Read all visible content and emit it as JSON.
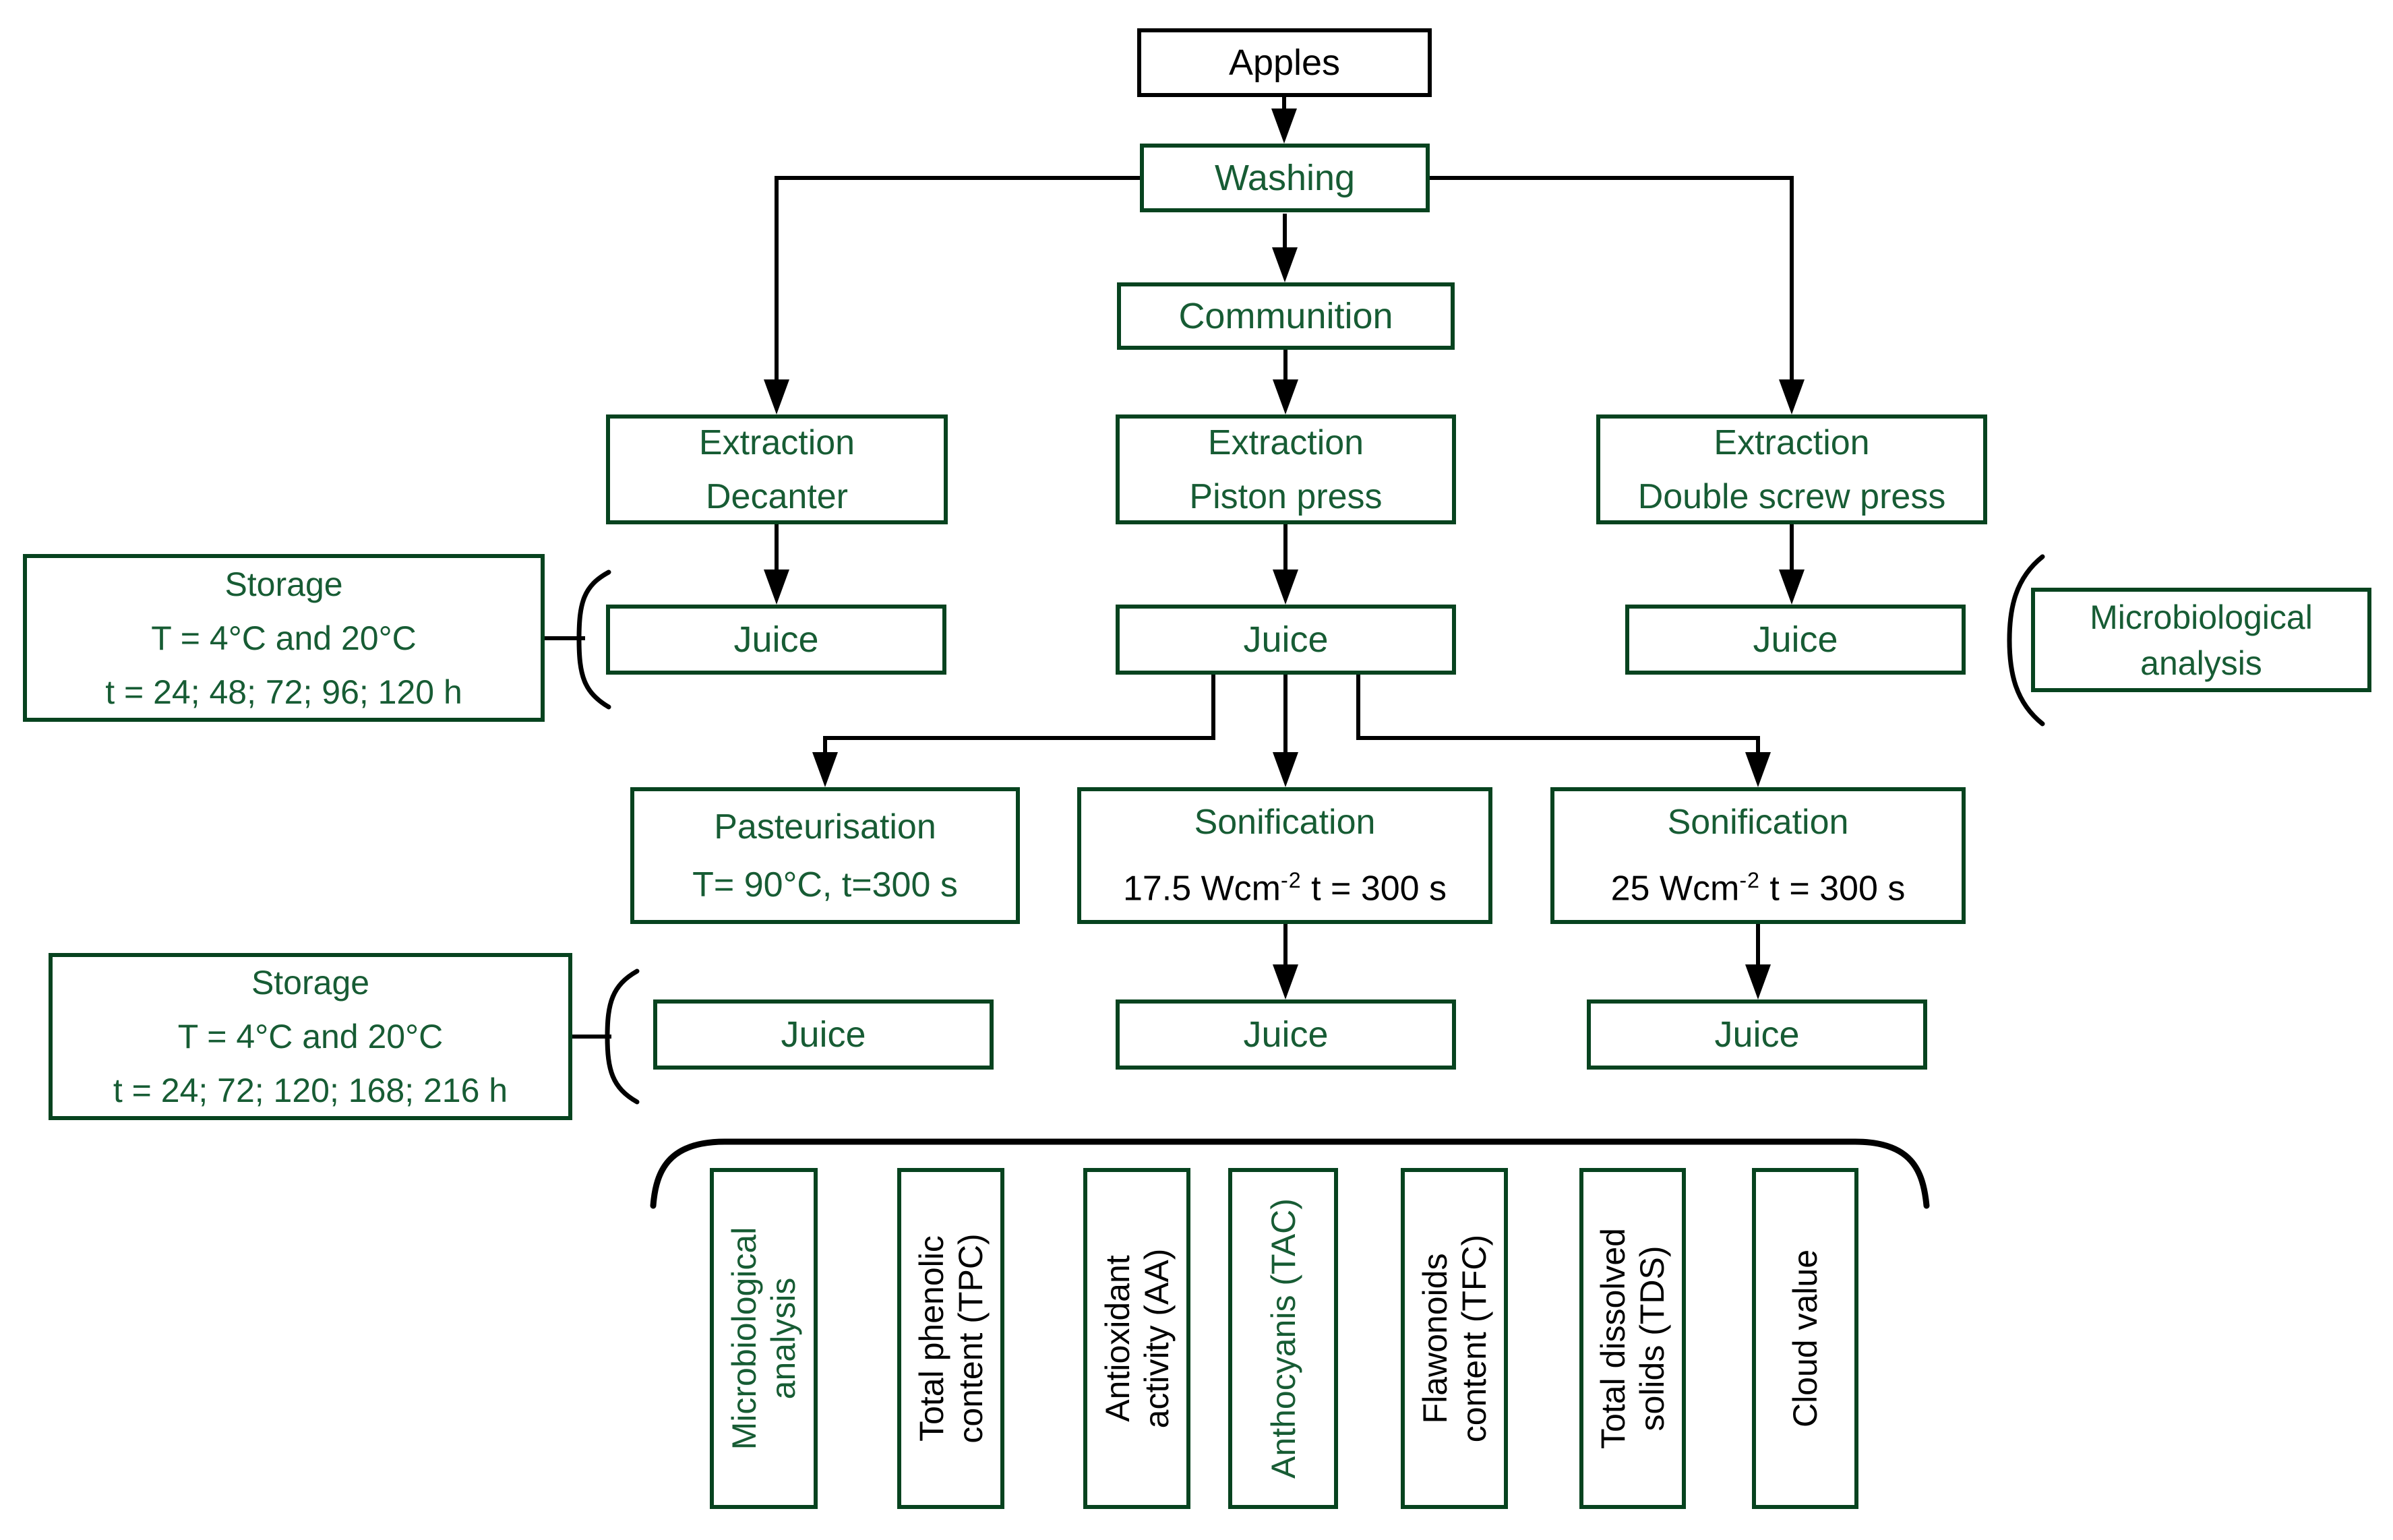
{
  "palette": {
    "box_border_green": "#07431f",
    "text_green": "#175c34",
    "text_black": "#000000",
    "line_black": "#000000",
    "background": "#ffffff"
  },
  "nodes": {
    "apples": {
      "label": "Apples"
    },
    "washing": {
      "label": "Washing"
    },
    "communition": {
      "label": "Communition"
    },
    "extraction_decanter": {
      "line1": "Extraction",
      "line2": "Decanter"
    },
    "extraction_piston_press": {
      "line1": "Extraction",
      "line2": "Piston press"
    },
    "extraction_double_screw_press": {
      "line1": "Extraction",
      "line2": "Double screw press"
    },
    "juice_decanter": {
      "label": "Juice"
    },
    "juice_piston_press": {
      "label": "Juice"
    },
    "juice_double_screw_press": {
      "label": "Juice"
    },
    "pasteurisation": {
      "line1": "Pasteurisation",
      "line2": "T= 90°C, t=300 s"
    },
    "sonification_17_5": {
      "line1": "Sonification",
      "line2_base": "17.5 Wcm",
      "line2_sup": "-2",
      "line2_rest": " t = 300 s"
    },
    "sonification_25": {
      "line1": "Sonification",
      "line2_base": "25 Wcm",
      "line2_sup": "-2",
      "line2_rest": " t = 300 s"
    },
    "juice_pasteurised": {
      "label": "Juice"
    },
    "juice_sonified_17_5": {
      "label": "Juice"
    },
    "juice_sonified_25": {
      "label": "Juice"
    }
  },
  "annotations": {
    "storage_first": {
      "line1": "Storage",
      "line2": "T = 4°C and 20°C",
      "line3": "t = 24; 48; 72; 96; 120 h"
    },
    "storage_second": {
      "line1": "Storage",
      "line2": "T = 4°C and 20°C",
      "line3": "t = 24; 72; 120; 168; 216 h"
    },
    "microbiological_analysis": {
      "line1": "Microbiological",
      "line2": "analysis"
    }
  },
  "analyses": [
    {
      "line1": "Microbiological",
      "line2": "analysis",
      "color": "green"
    },
    {
      "line1": "Total phenolic",
      "line2": "content (TPC)",
      "color": "black"
    },
    {
      "line1": "Antioxidant",
      "line2": "activity (AA)",
      "color": "black"
    },
    {
      "line1": "Anthocyanis (TAC)",
      "line2": "",
      "color": "green"
    },
    {
      "line1": "Flawonoids",
      "line2": "content (TFC)",
      "color": "black"
    },
    {
      "line1": "Total dissolved",
      "line2": "solids (TDS)",
      "color": "black"
    },
    {
      "line1": "Cloud value",
      "line2": "",
      "color": "black"
    }
  ]
}
